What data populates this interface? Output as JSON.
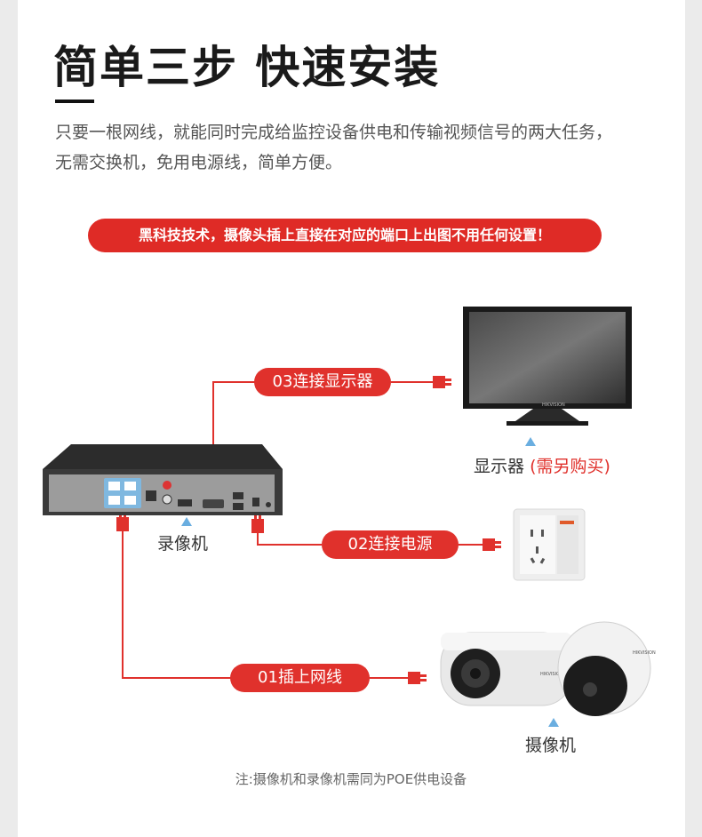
{
  "header": {
    "title": "简单三步 快速安装",
    "description": "只要一根网线，就能同时完成给监控设备供电和传输视频信号的两大任务，无需交换机，免用电源线，简单方便。"
  },
  "banner": {
    "text": "黑科技技术，摄像头插上直接在对应的端口上出图不用任何设置！"
  },
  "steps": [
    {
      "label": "03连接显示器"
    },
    {
      "label": "02连接电源"
    },
    {
      "label": "01插上网线"
    }
  ],
  "devices": {
    "nvr": {
      "label": "录像机"
    },
    "monitor": {
      "label": "显示器",
      "note": "(需另购买)",
      "brand": "HIKVISION"
    },
    "outlet": {},
    "camera": {
      "label": "摄像机",
      "brand": "HIKVISION"
    }
  },
  "footnote": "注:摄像机和录像机需同为POE供电设备",
  "colors": {
    "accent": "#e0312c",
    "poe_port": "#7fb8e0"
  }
}
